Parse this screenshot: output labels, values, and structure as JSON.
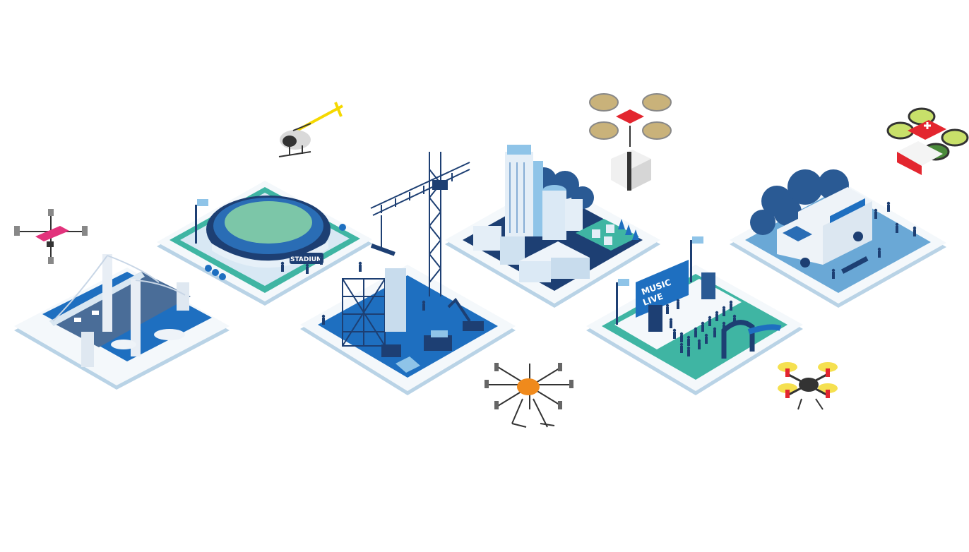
{
  "scene": {
    "stadium_sign": "STADIUM",
    "music_stage": {
      "line1": "MUSIC",
      "line2": "LIVE"
    }
  },
  "colors": {
    "navy": "#1d3f73",
    "blue": "#2a6db5",
    "light_blue": "#8fc4e8",
    "teal": "#3fb5a3",
    "pink": "#e2337c",
    "orange": "#f08a1c",
    "yellow": "#f5d800",
    "red": "#e3262f"
  }
}
